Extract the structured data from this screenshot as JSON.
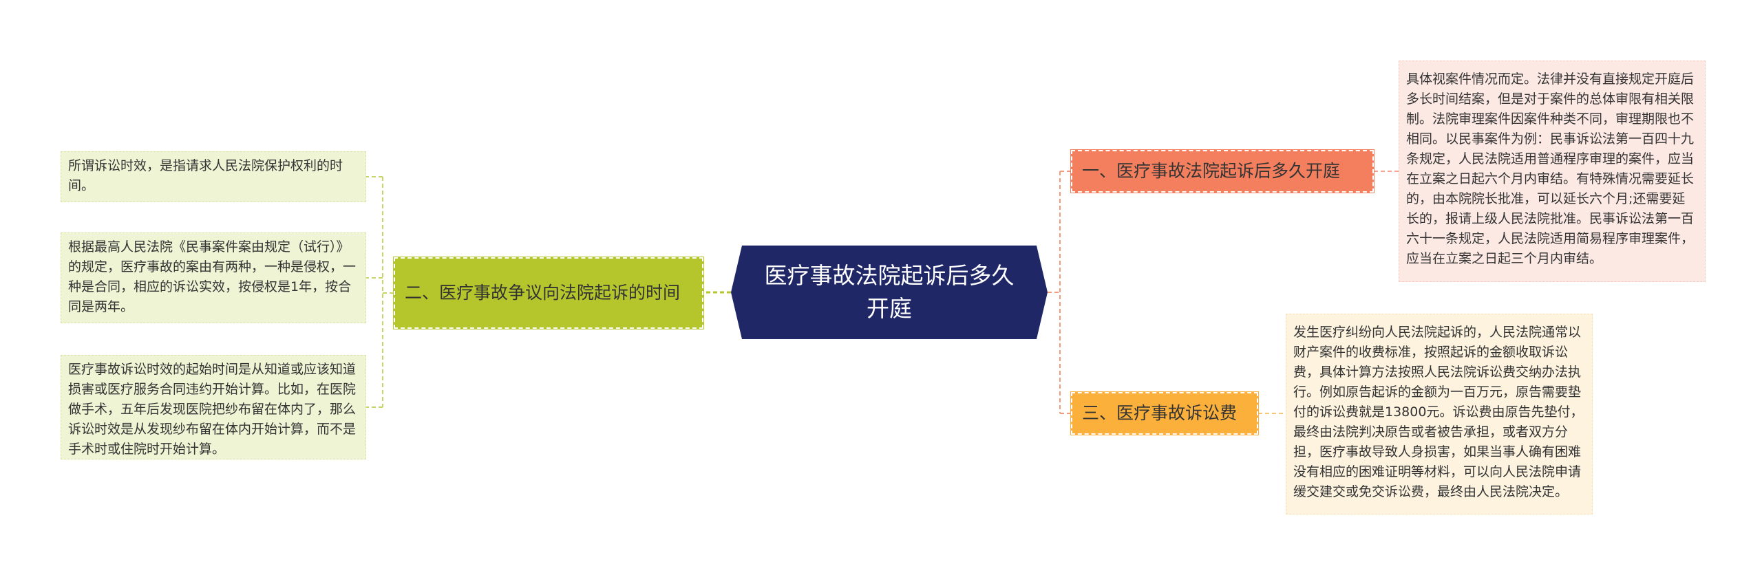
{
  "center": {
    "title": "医疗事故法院起诉后多久开庭"
  },
  "branches": {
    "left": {
      "label": "二、医疗事故争议向法院起诉的时间"
    },
    "right1": {
      "label": "一、医疗事故法院起诉后多久开庭"
    },
    "right3": {
      "label": "三、医疗事故诉讼费"
    }
  },
  "leaves": {
    "left1": "所谓诉讼时效，是指请求人民法院保护权利的时间。",
    "left2": "根据最高人民法院《民事案件案由规定（试行）》的规定，医疗事故的案由有两种，一种是侵权，一种是合同，相应的诉讼实效，按侵权是1年，按合同是两年。",
    "left3": "医疗事故诉讼时效的起始时间是从知道或应该知道损害或医疗服务合同违约开始计算。比如，在医院做手术，五年后发现医院把纱布留在体内了，那么诉讼时效是从发现纱布留在体内开始计算，而不是手术时或住院时开始计算。",
    "right1": "具体视案件情况而定。法律并没有直接规定开庭后多长时间结案，但是对于案件的总体审限有相关限制。法院审理案件因案件种类不同，审理期限也不相同。以民事案件为例：民事诉讼法第一百四十九条规定，人民法院适用普通程序审理的案件，应当在立案之日起六个月内审结。有特殊情况需要延长的，由本院院长批准，可以延长六个月;还需要延长的，报请上级人民法院批准。民事诉讼法第一百六十一条规定，人民法院适用简易程序审理案件，应当在立案之日起三个月内审结。",
    "right3": "发生医疗纠纷向人民法院起诉的，人民法院通常以财产案件的收费标准，按照起诉的金额收取诉讼费，具体计算方法按照人民法院诉讼费交纳办法执行。例如原告起诉的金额为一百万元，原告需要垫付的诉讼费就是13800元。诉讼费由原告先垫付，最终由法院判决原告或者被告承担，或者双方分担，医疗事故导致人身损害，如果当事人确有困难没有相应的困难证明等材料，可以向人民法院申请缓交建交或免交诉讼费，最终由人民法院决定。"
  },
  "colors": {
    "center": "#1f2766",
    "left_branch": "#b5c52c",
    "right1_branch": "#f47f5e",
    "right3_branch": "#fbb03b"
  }
}
